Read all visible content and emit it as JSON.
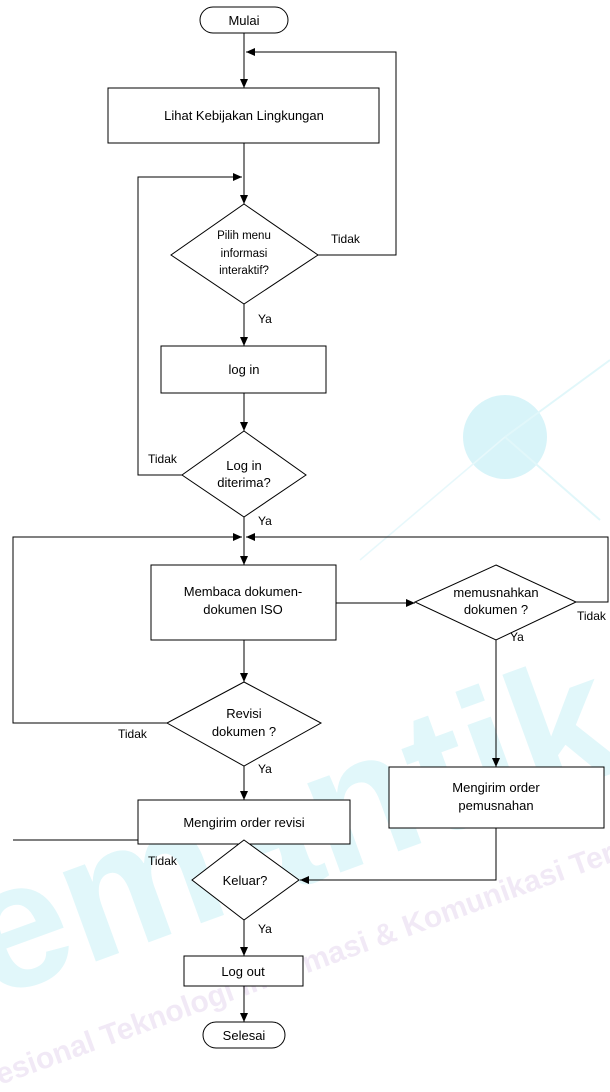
{
  "nodes": {
    "start": "Mulai",
    "view_policy": "Lihat Kebijakan Lingkungan",
    "choose_menu": [
      "Pilih menu",
      "informasi",
      "interaktif?"
    ],
    "login": "log in",
    "login_ok": [
      "Log in",
      "diterima?"
    ],
    "read_docs": [
      "Membaca dokumen-",
      "dokumen ISO"
    ],
    "destroy_docs": [
      "memusnahkan",
      "dokumen ?"
    ],
    "revise_docs": [
      "Revisi",
      "dokumen ?"
    ],
    "send_revision": "Mengirim order revisi",
    "send_destroy": [
      "Mengirim order",
      "pemusnahan"
    ],
    "exit": "Keluar?",
    "logout": "Log out",
    "end": "Selesai"
  },
  "edges": {
    "yes": "Ya",
    "no": "Tidak"
  },
  "watermark": {
    "text": "emantik",
    "subtitle": "esional Teknologi Informasi & Komunikasi Terapan"
  }
}
